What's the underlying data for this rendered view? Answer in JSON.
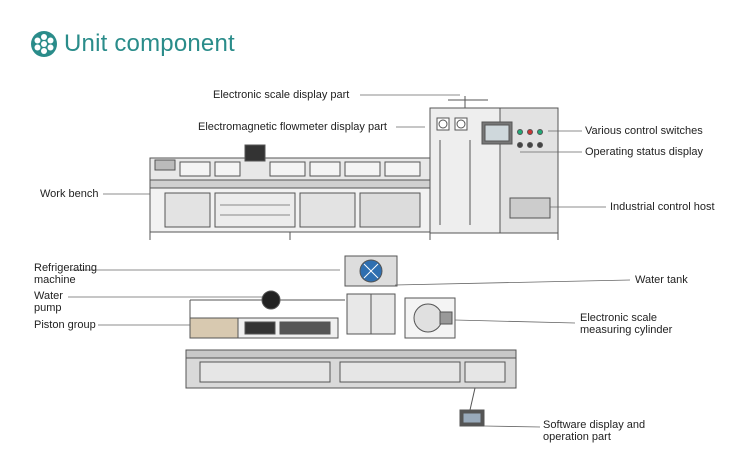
{
  "header": {
    "title": "Unit component",
    "icon": "film-reel-icon",
    "accent_color": "#2a8c8a"
  },
  "upper_labels": {
    "scale_display": "Electronic scale display part",
    "flowmeter_display": "Electromagnetic flowmeter display part",
    "work_bench": "Work bench",
    "control_switches": "Various control switches",
    "status_display": "Operating status display",
    "control_host": "Industrial control host"
  },
  "lower_labels": {
    "refrigerating_line1": "Refrigerating",
    "refrigerating_line2": "machine",
    "water_pump_line1": "Water",
    "water_pump_line2": "pump",
    "piston_group": "Piston group",
    "water_tank": "Water tank",
    "measuring_cylinder_line1": "Electronic scale",
    "measuring_cylinder_line2": "measuring cylinder",
    "software_display_line1": "Software display and",
    "software_display_line2": "operation part"
  }
}
